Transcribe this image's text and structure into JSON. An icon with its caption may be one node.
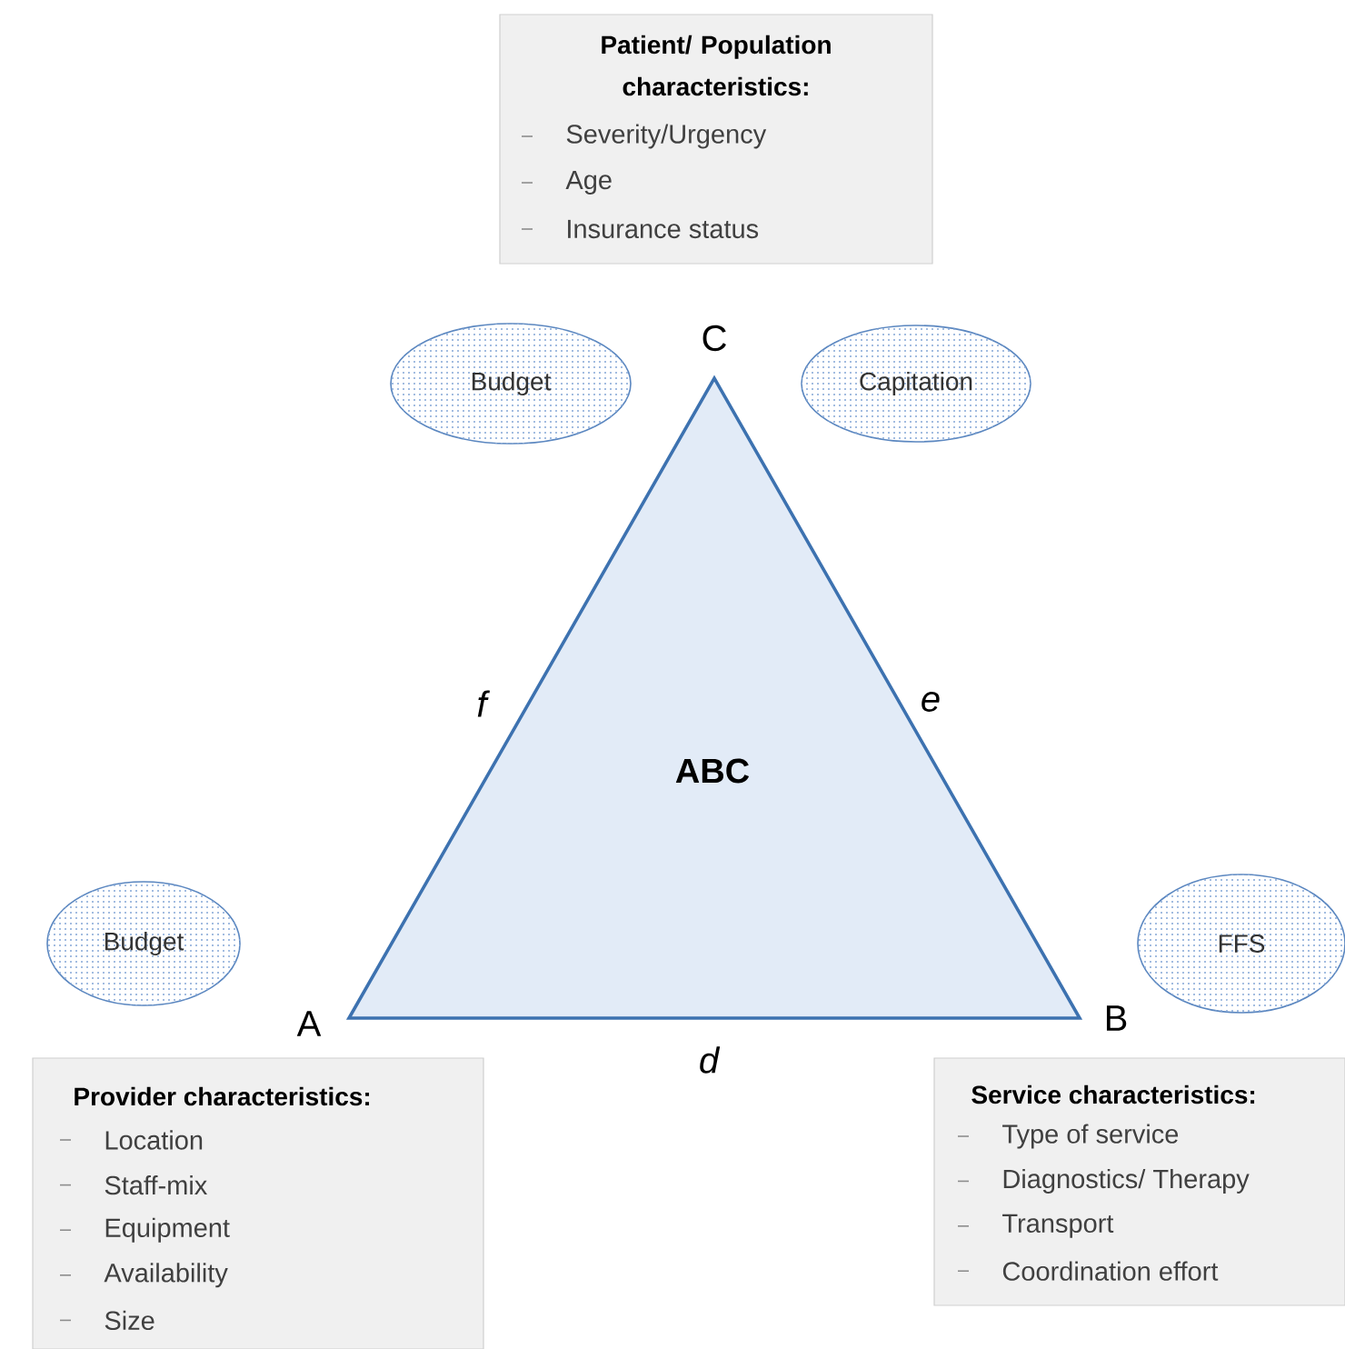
{
  "diagram": {
    "nodes": [
      {
        "text": [
          "Patient/ Population characteristics:",
          "Severity/Urgency",
          "Age",
          "Insurance status"
        ]
      },
      {
        "text": [
          "Budget"
        ]
      },
      {
        "text": [
          "Capitation"
        ]
      },
      {
        "text": [
          "ABC"
        ]
      },
      {
        "text": [
          "Budget"
        ]
      },
      {
        "text": [
          "FFS"
        ]
      },
      {
        "text": [
          "Provider characteristics:",
          "Location",
          "Staff-mix",
          "Equipment",
          "Availability",
          "Size"
        ]
      },
      {
        "text": [
          "Service characteristics:",
          "Type of service",
          "Diagnostics/ Therapy",
          "Transport",
          "Coordination effort"
        ]
      }
    ],
    "labels": [
      "C",
      "f",
      "e",
      "A",
      "B",
      "d"
    ]
  }
}
